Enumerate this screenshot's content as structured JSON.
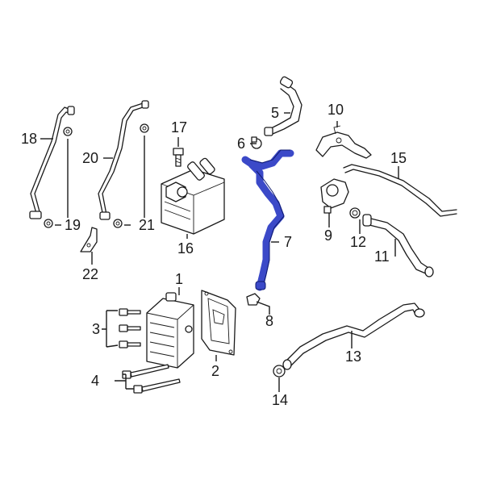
{
  "diagram": {
    "highlight_color": "#3b49c8",
    "line_color": "#1a1a1a",
    "callouts": {
      "c1": "1",
      "c2": "2",
      "c3": "3",
      "c4": "4",
      "c5": "5",
      "c6": "6",
      "c7": "7",
      "c8": "8",
      "c9": "9",
      "c10": "10",
      "c11": "11",
      "c12": "12",
      "c13": "13",
      "c14": "14",
      "c15": "15",
      "c16": "16",
      "c17": "17",
      "c18": "18",
      "c19": "19",
      "c20": "20",
      "c21": "21",
      "c22": "22"
    }
  }
}
